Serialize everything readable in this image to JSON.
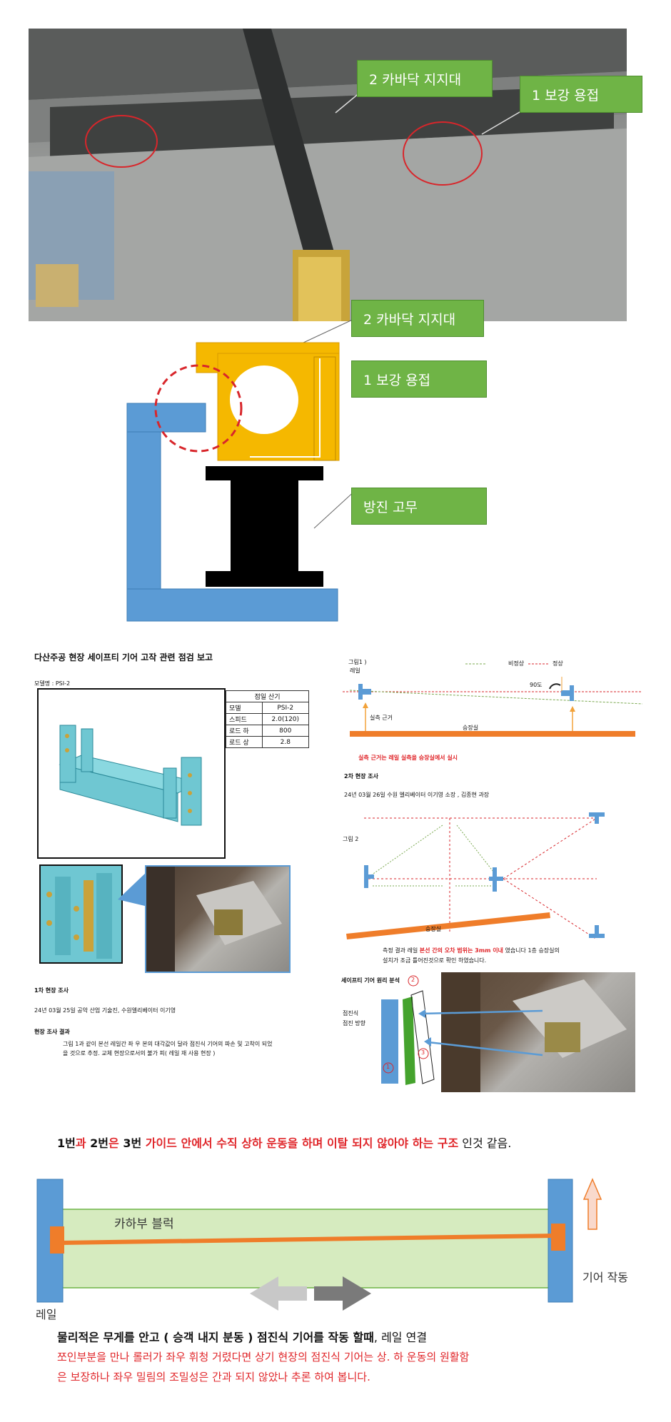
{
  "top_section": {
    "photo_labels": {
      "support": "2 카바닥 지지대",
      "weld": "1 보강 용접"
    },
    "diagram_labels": {
      "support": "2 카바닥 지지대",
      "weld": "1 보강 용접",
      "rubber": "방진 고무"
    }
  },
  "report": {
    "title": "다산주공 현장 세이프티 기어 고작 관련 점검 보고",
    "model_line": "모델명    : PSI-2",
    "spec_table": {
      "header": "점일 산기",
      "rows": [
        {
          "label": "모델",
          "value": "PSI-2"
        },
        {
          "label": "스피드",
          "value": "2.0(120)"
        },
        {
          "label": "로드 하",
          "value": "800"
        },
        {
          "label": "로드 상",
          "value": "2.8"
        }
      ]
    },
    "survey1": {
      "heading": "1차 현장 조사",
      "line": "24년 03월 25일 공악 산업 기술진, 수원엘리베이터 이기영",
      "result_heading": "현장 조사 결과",
      "result_text": "그림 1과 같이 본선 레일간 좌 우 본의 대각값이 달라 점진식 기어의 파손 및 고착이 되었을 것으로 추정. 교체 현장으로서의 불가 피( 레일 재 사용 현장 )"
    },
    "fig1": {
      "label": "그림1 )",
      "rail": "레일",
      "measure": "실측 근거",
      "car_room": "승장실",
      "legend_abnormal": "비정상",
      "legend_normal": "정상",
      "angle": "90도",
      "note": "실측 근거는 레일 실측을 승장실에서 실시"
    },
    "survey2": {
      "heading": "2차 현장 조사",
      "line": "24년 03월 26일 수원 엘리베이터 이기영 소장 , 김종현 과장"
    },
    "fig2": {
      "label": "그림 2",
      "car_room": "승장실",
      "result_part1": "측정 결과 레일 ",
      "result_red": "본선 간의 오차 범위는 3mm 이내",
      "result_part2": " 였습니다 1층 승장실의",
      "result_line2": "설치가 조금 틀어진것으로 확인 하였습니다."
    },
    "principle": {
      "heading": "세이프티 기어 원리 분석",
      "label1": "점진식",
      "label2": "점진 방향",
      "n1": "1",
      "n2": "2",
      "n3": "3"
    }
  },
  "bottom": {
    "headline": [
      {
        "text": "1번",
        "color": "black"
      },
      {
        "text": "과 ",
        "color": "red"
      },
      {
        "text": "2번",
        "color": "black"
      },
      {
        "text": "은 ",
        "color": "red"
      },
      {
        "text": "3번",
        "color": "black"
      },
      {
        "text": " 가이드 안에서 수직 상하 운동을 하며 이탈 되지 않아야 하는 구조",
        "color": "red"
      },
      {
        "text": " 인것 같음.",
        "color": "black"
      }
    ],
    "block_label": "카하부 블럭",
    "gear_label": "기어 작동",
    "rail_label": "레일",
    "text1_bold": "물리적은 무게를 안고 ( 승객 내지 분동 ) 점진식 기어를 작동 할때",
    "text1_rest": ", 레일 연결",
    "text2": "쪼인부분을 만나 롤러가 좌우 휘청 거렸다면 상기 현장의 점진식 기어는 상. 하 운동의 원활함",
    "text3": "은 보장하나 좌우 밀림의 조밀성은 간과 되지 않았나 추론 하여 봅니다."
  }
}
